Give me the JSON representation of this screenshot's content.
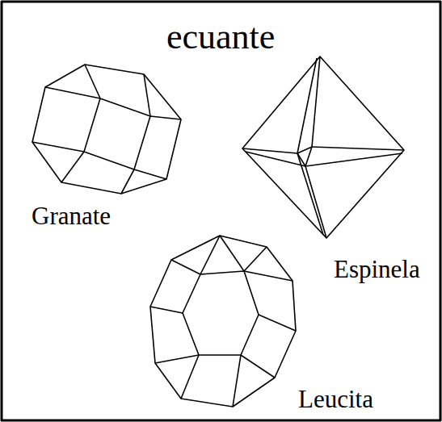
{
  "diagram": {
    "title": "ecuante",
    "labels": [
      "Granate",
      "Espinela",
      "Leucita"
    ]
  }
}
